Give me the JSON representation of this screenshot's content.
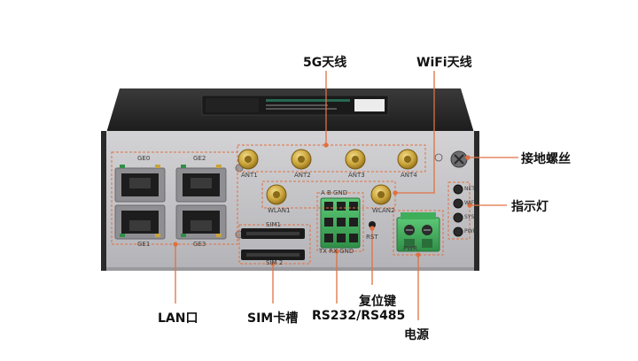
{
  "callouts": {
    "antenna_5g": "5G天线",
    "antenna_wifi": "WiFi天线",
    "ground_screw": "接地螺丝",
    "indicator_lights": "指示灯",
    "lan_port": "LAN口",
    "sim_slot": "SIM卡槽",
    "serial": "RS232/RS485",
    "reset": "复位键",
    "power": "电源"
  },
  "silkscreen": {
    "ge0": "GE0",
    "ge1": "GE1",
    "ge2": "GE2",
    "ge3": "GE3",
    "ant1": "ANT1",
    "ant2": "ANT2",
    "ant3": "ANT3",
    "ant4": "ANT4",
    "wlan1": "WLAN1",
    "wlan2": "WLAN2",
    "sim1": "SIM1",
    "sim2": "SIM 2",
    "rst": "RST",
    "pwr_label": "PWR",
    "terminal_top": "A B GND",
    "terminal_bottom": "TX RX GND",
    "led_net": "NET",
    "led_wifi": "WIFI",
    "led_sys": "SYS",
    "led_pwr": "PWR"
  },
  "colors": {
    "callout_line": "#e07040",
    "panel": "#c4c4c8",
    "housing": "#2a2a2a",
    "terminal_green": "#3fae5a",
    "antenna_gold": "#c9a43a"
  }
}
